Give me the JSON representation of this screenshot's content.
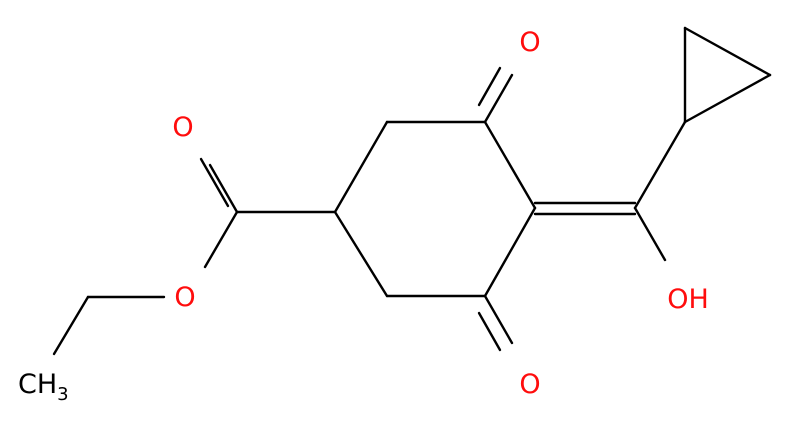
{
  "molecule": {
    "atoms": {
      "o_ketone_top": "O",
      "o_ketone_bottom": "O",
      "o_carbonyl_ester": "O",
      "o_ester": "O",
      "hydroxyl": "OH",
      "methyl_main": "CH",
      "methyl_sub": "3"
    },
    "colors": {
      "oxygen": "#ff0d0d",
      "carbon": "#000000",
      "bond": "#000000"
    }
  }
}
